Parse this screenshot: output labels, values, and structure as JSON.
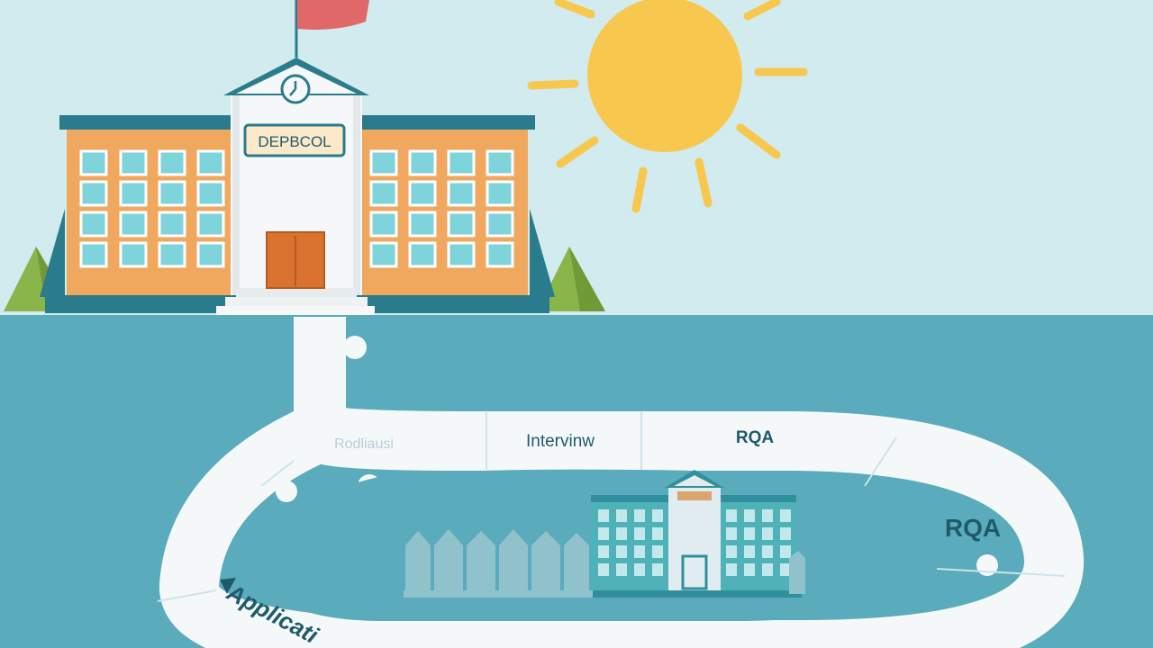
{
  "colors": {
    "sky": "#d1ebef",
    "ground": "#5aabbb",
    "path": "#f4f8f9",
    "sun": "#f8c74d",
    "building_orange": "#f0a75e",
    "building_white": "#f5f7f8",
    "roof_teal": "#2a7c8c",
    "window": "#7fd4dc",
    "door": "#d9722e",
    "flag": "#e06868",
    "tree": "#8ab54a"
  },
  "school": {
    "sign_text": "DEPBCOL",
    "icon": "clock-icon"
  },
  "journey": {
    "steps": [
      {
        "label": "Rodliausi"
      },
      {
        "label": "Intervinw"
      },
      {
        "label": "RQA"
      },
      {
        "label": "RQA"
      },
      {
        "label": "Applicati"
      }
    ],
    "icons": [
      "arrow-icon"
    ]
  }
}
